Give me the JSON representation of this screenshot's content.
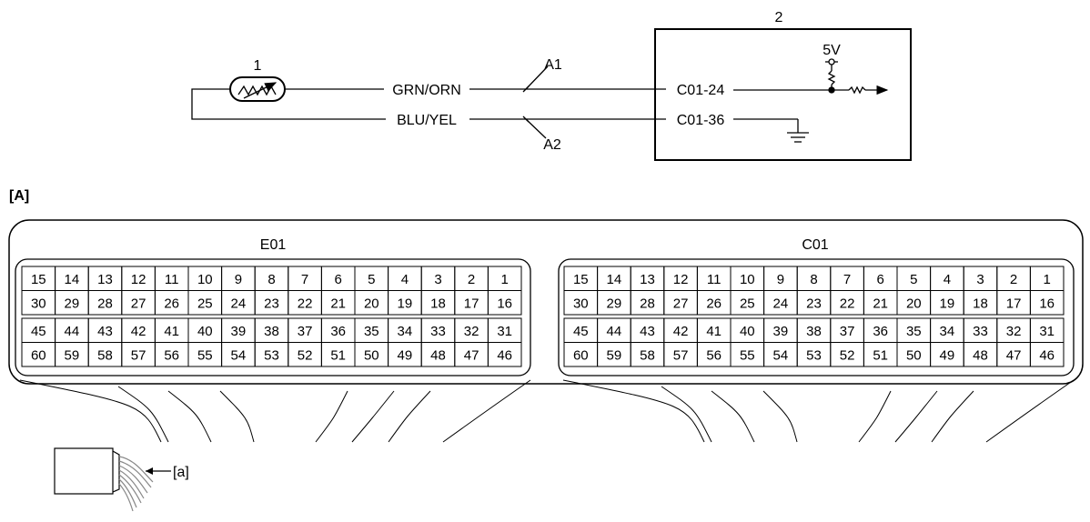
{
  "schematic": {
    "sensor_callout": "1",
    "module_callout": "2",
    "supply_label": "5V",
    "wire_signal_color": "GRN/ORN",
    "wire_ground_color": "BLU/YEL",
    "terminal_signal": "C01-24",
    "terminal_ground": "C01-36",
    "wire_tag_signal": "A1",
    "wire_tag_ground": "A2"
  },
  "section_label": "[A]",
  "connectors": [
    {
      "name": "E01",
      "rows": [
        [
          "15",
          "14",
          "13",
          "12",
          "11",
          "10",
          "9",
          "8",
          "7",
          "6",
          "5",
          "4",
          "3",
          "2",
          "1"
        ],
        [
          "30",
          "29",
          "28",
          "27",
          "26",
          "25",
          "24",
          "23",
          "22",
          "21",
          "20",
          "19",
          "18",
          "17",
          "16"
        ],
        [
          "45",
          "44",
          "43",
          "42",
          "41",
          "40",
          "39",
          "38",
          "37",
          "36",
          "35",
          "34",
          "33",
          "32",
          "31"
        ],
        [
          "60",
          "59",
          "58",
          "57",
          "56",
          "55",
          "54",
          "53",
          "52",
          "51",
          "50",
          "49",
          "48",
          "47",
          "46"
        ]
      ]
    },
    {
      "name": "C01",
      "rows": [
        [
          "15",
          "14",
          "13",
          "12",
          "11",
          "10",
          "9",
          "8",
          "7",
          "6",
          "5",
          "4",
          "3",
          "2",
          "1"
        ],
        [
          "30",
          "29",
          "28",
          "27",
          "26",
          "25",
          "24",
          "23",
          "22",
          "21",
          "20",
          "19",
          "18",
          "17",
          "16"
        ],
        [
          "45",
          "44",
          "43",
          "42",
          "41",
          "40",
          "39",
          "38",
          "37",
          "36",
          "35",
          "34",
          "33",
          "32",
          "31"
        ],
        [
          "60",
          "59",
          "58",
          "57",
          "56",
          "55",
          "54",
          "53",
          "52",
          "51",
          "50",
          "49",
          "48",
          "47",
          "46"
        ]
      ]
    }
  ],
  "harness_callout": "[a]"
}
